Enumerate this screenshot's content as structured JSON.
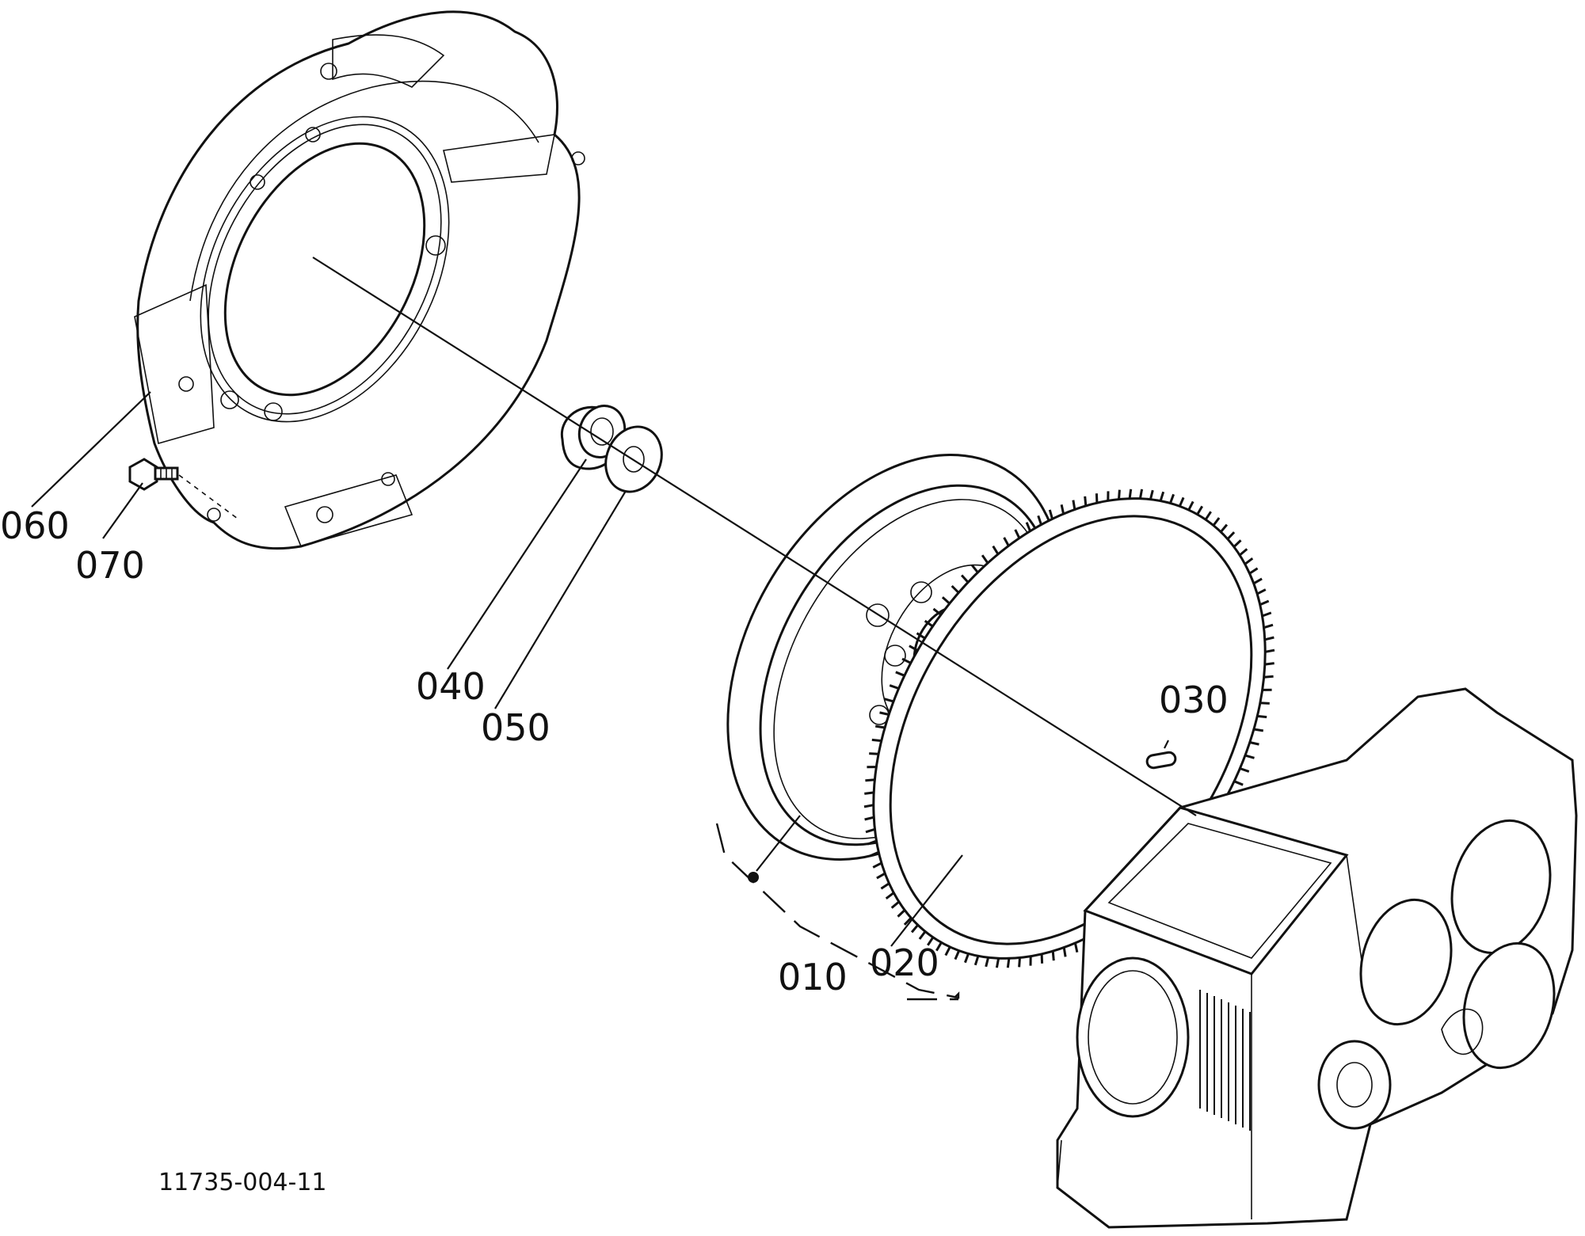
{
  "parts": [
    {
      "id": "p010",
      "label": "010"
    },
    {
      "id": "p020",
      "label": "020"
    },
    {
      "id": "p030",
      "label": "030"
    },
    {
      "id": "p040",
      "label": "040"
    },
    {
      "id": "p050",
      "label": "050"
    },
    {
      "id": "p060",
      "label": "060"
    },
    {
      "id": "p070",
      "label": "070"
    }
  ],
  "document_number": "11735-004-11"
}
